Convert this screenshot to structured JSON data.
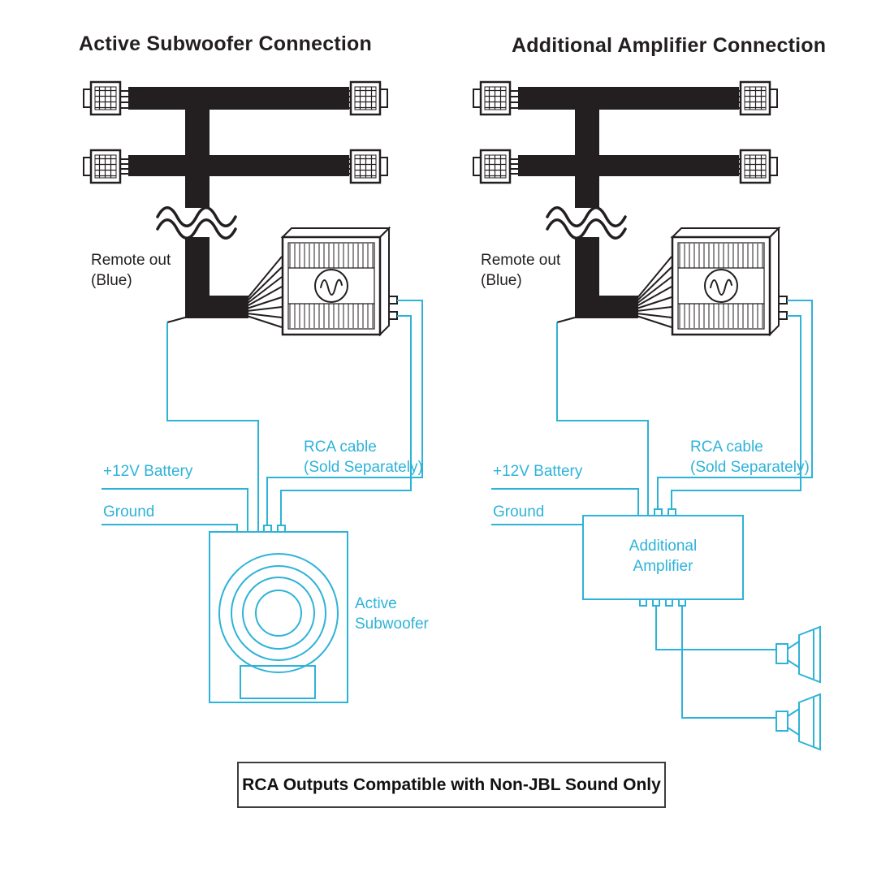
{
  "colors": {
    "accent": "#2eb3d8",
    "ink": "#231f20"
  },
  "icons": {
    "amp_logo": "soundwave-logo-icon",
    "speaker": "speaker-cone-icon",
    "harness": "wiring-harness-icon"
  },
  "left": {
    "title": "Active Subwoofer Connection",
    "remote_label": "Remote out\n(Blue)",
    "battery_label": "+12V Battery",
    "ground_label": "Ground",
    "rca_label": "RCA cable\n(Sold Separately)",
    "device_label": "Active\nSubwoofer"
  },
  "right": {
    "title": "Additional Amplifier Connection",
    "remote_label": "Remote out\n(Blue)",
    "battery_label": "+12V Battery",
    "ground_label": "Ground",
    "rca_label": "RCA cable\n(Sold Separately)",
    "device_label": "Additional\nAmplifier"
  },
  "footer": {
    "note": "RCA Outputs Compatible with Non-JBL Sound Only"
  }
}
